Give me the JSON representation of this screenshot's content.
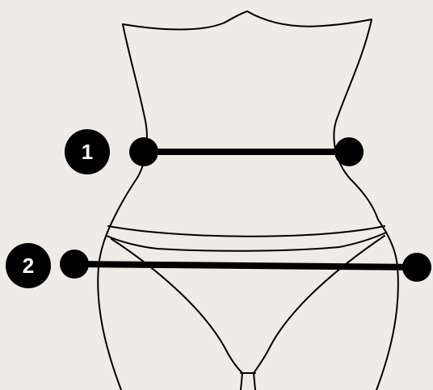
{
  "colors": {
    "background": "#efece7",
    "line": "#000000",
    "marker_text": "#ffffff"
  },
  "measurements": [
    {
      "id": "waist",
      "number": "1"
    },
    {
      "id": "hips",
      "number": "2"
    }
  ]
}
